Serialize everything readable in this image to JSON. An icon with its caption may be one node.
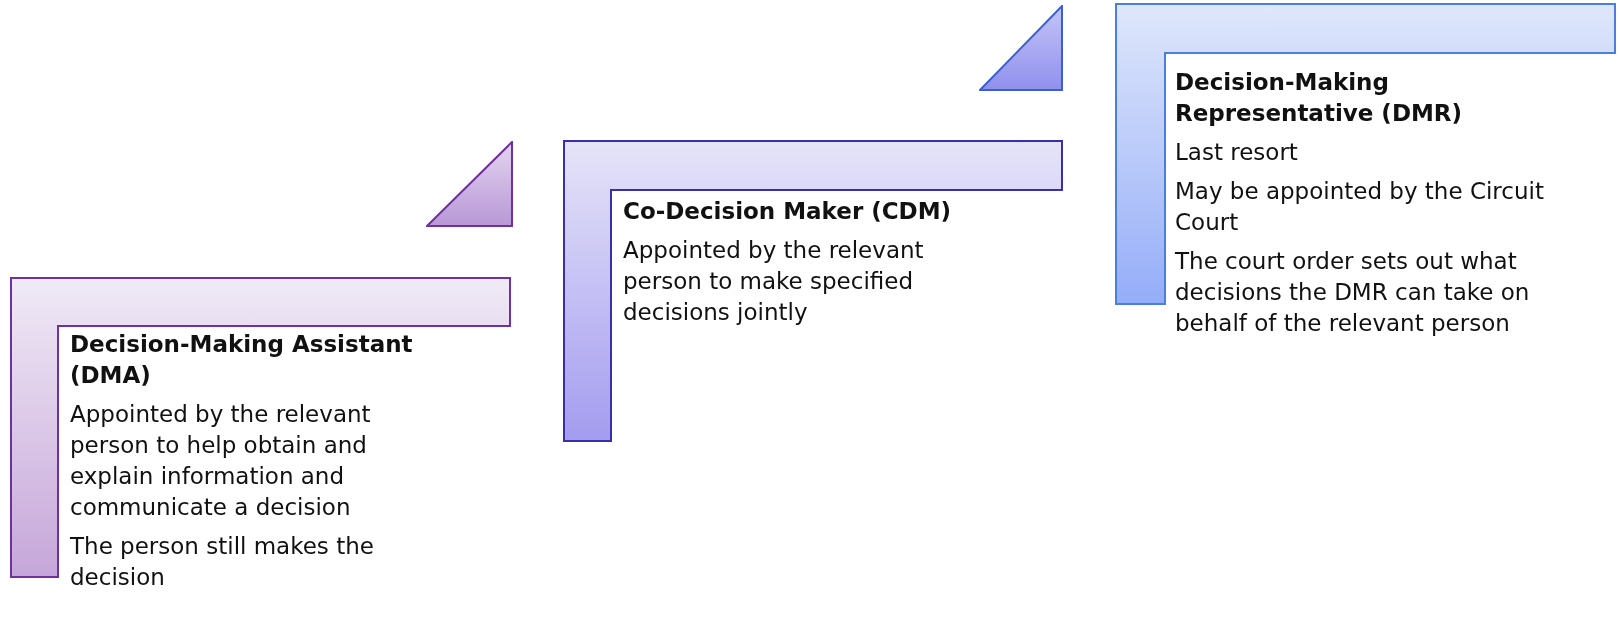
{
  "diagram": {
    "nodes": [
      {
        "text": [
          "Decision-Making Assistant (DMA)",
          "Appointed by the relevant person to help obtain and explain information and communicate a decision",
          "The person still makes the decision"
        ]
      },
      {
        "text": [
          "Co-Decision Maker (CDM)",
          "Appointed by the relevant person to make specified decisions jointly"
        ]
      },
      {
        "text": [
          "Decision-Making Representative (DMR)",
          "Last resort",
          "May be appointed by the Circuit Court",
          "The court order sets out what decisions the DMR can take on behalf of the relevant person"
        ]
      },
      {
        "text": [],
        "shape": "triangle"
      },
      {
        "text": [],
        "shape": "triangle"
      }
    ]
  }
}
